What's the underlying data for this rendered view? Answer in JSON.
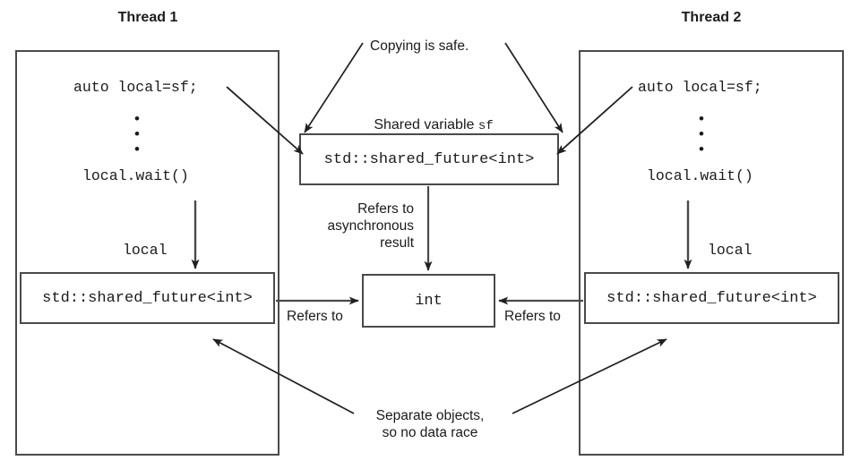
{
  "diagram": {
    "title_left": "Thread 1",
    "title_right": "Thread 2",
    "threads": [
      {
        "id": "thread-1",
        "title": "Thread 1",
        "code_copy": "auto local=sf;",
        "ellipsis": "•",
        "code_wait": "local.wait()",
        "label_local": "local",
        "object_label": "std::shared_future<int>"
      },
      {
        "id": "thread-2",
        "title": "Thread 2",
        "code_copy": "auto local=sf;",
        "ellipsis": "•",
        "code_wait": "local.wait()",
        "label_local": "local",
        "object_label": "std::shared_future<int>"
      }
    ],
    "shared": {
      "caption_prefix": "Shared variable ",
      "caption_var": "sf",
      "object_label": "std::shared_future<int>",
      "result_label": "int"
    },
    "annotations": {
      "copying_is_safe": "Copying is safe.",
      "refers_to_async_line1": "Refers to",
      "refers_to_async_line2": "asynchronous",
      "refers_to_async_line3": "result",
      "refers_to_left": "Refers to",
      "refers_to_right": "Refers to",
      "separate_objects_line1": "Separate objects,",
      "separate_objects_line2": "so no data race"
    },
    "colors": {
      "stroke": "#4a4a4a",
      "arrow": "#231f20",
      "text": "#1b1b1b",
      "background": "#ffffff"
    }
  }
}
